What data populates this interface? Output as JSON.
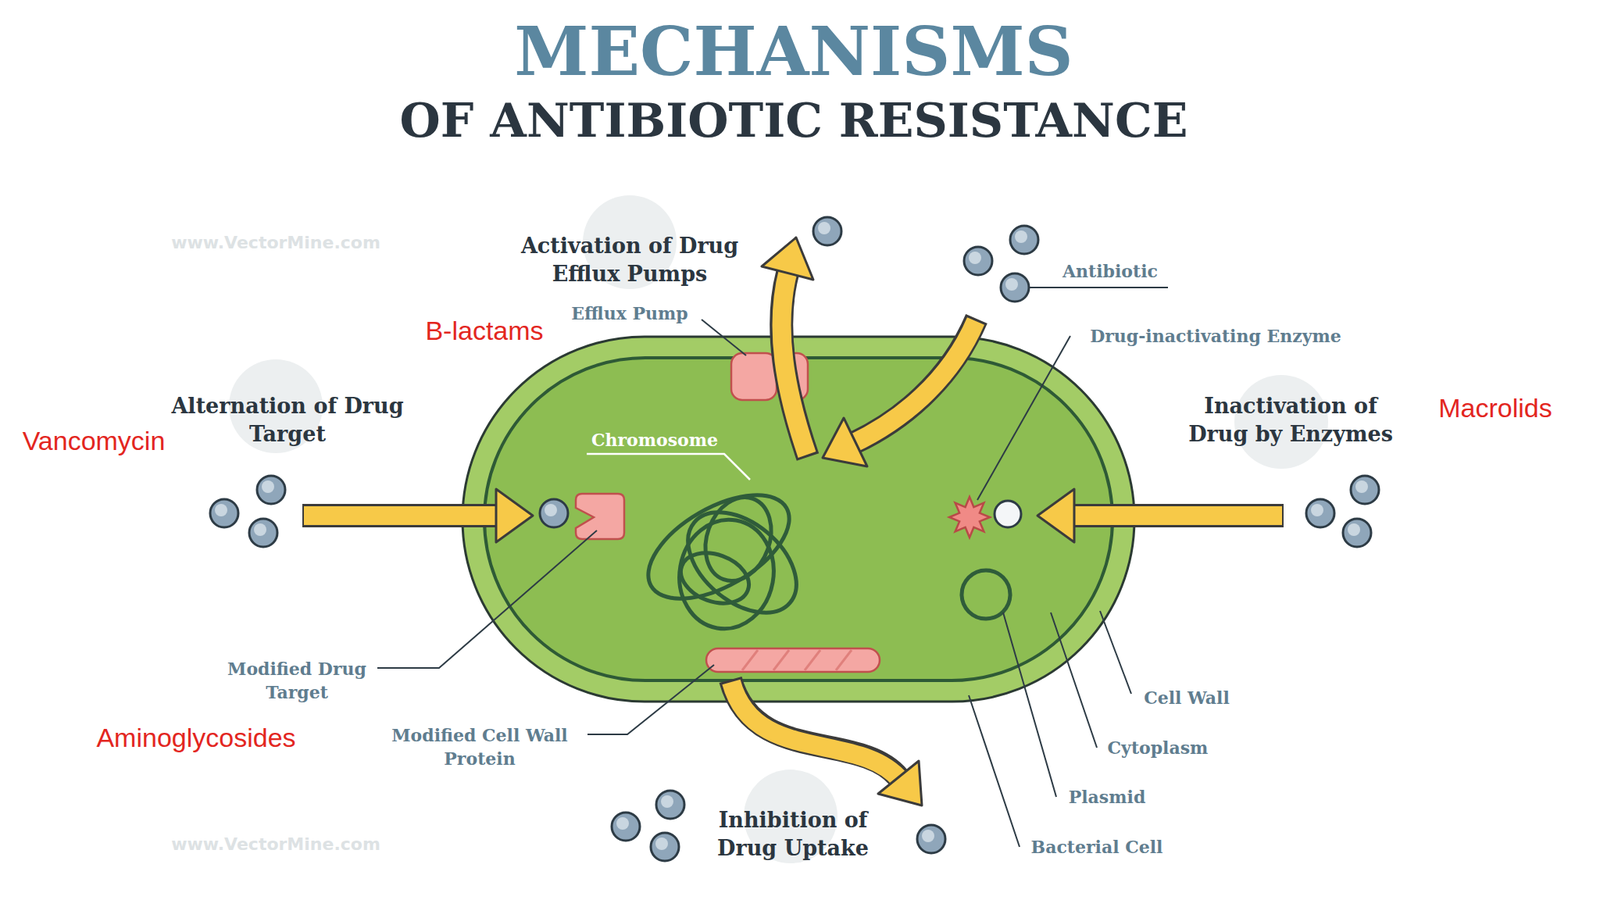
{
  "diagram": {
    "title": "MECHANISMS OF ANTIBIOTIC RESISTANCE",
    "labels": [
      "Activation of Drug Efflux Pumps",
      "Efflux Pump",
      "Antibiotic",
      "B-lactams",
      "Drug-inactivating Enzyme",
      "Vancomycin",
      "Alternation of Drug Target",
      "Chromosome",
      "Inactivation of Drug by Enzymes",
      "Macrolids",
      "Modified Drug Target",
      "Cell Wall",
      "Aminoglycosides",
      "Modified Cell Wall Protein",
      "Cytoplasm",
      "Plasmid",
      "Inhibition of Drug Uptake",
      "Bacterial Cell",
      "www.VectorMine.com",
      "www.VectorMine.com"
    ]
  }
}
